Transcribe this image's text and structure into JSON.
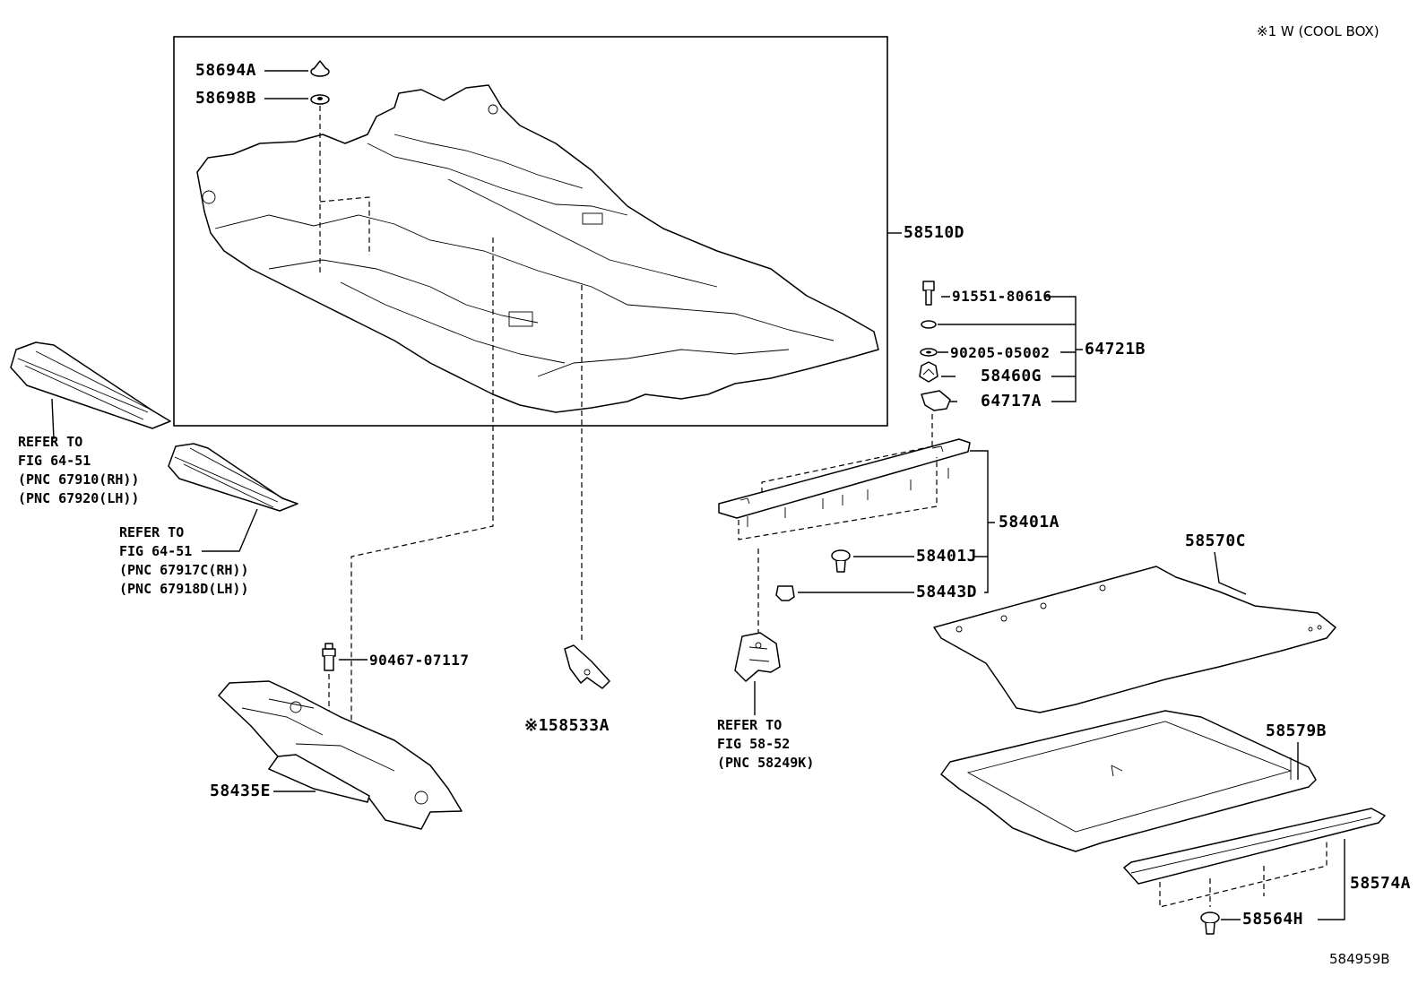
{
  "note": "※1 W (COOL BOX)",
  "figure_id": "584959B",
  "callouts": {
    "p58694A": "58694A",
    "p58698B": "58698B",
    "p58510D": "58510D",
    "p91551": "91551-80616",
    "p90205": "90205-05002",
    "p64721B": "64721B",
    "p58460G": "58460G",
    "p64717A": "64717A",
    "p58401A": "58401A",
    "p58401J": "58401J",
    "p58443D": "58443D",
    "p58570C": "58570C",
    "p58579B": "58579B",
    "p58574A": "58574A",
    "p58564H": "58564H",
    "p90467": "90467-07117",
    "p58533A": "※158533A",
    "p58435E": "58435E"
  },
  "references": {
    "ref1": [
      "REFER TO",
      "FIG 64-51",
      "(PNC 67910(RH))",
      "(PNC 67920(LH))"
    ],
    "ref2": [
      "REFER TO",
      "FIG 64-51",
      "(PNC 67917C(RH))",
      "(PNC 67918D(LH))"
    ],
    "ref3": [
      "REFER TO",
      "FIG 58-52",
      "(PNC 58249K)"
    ]
  }
}
